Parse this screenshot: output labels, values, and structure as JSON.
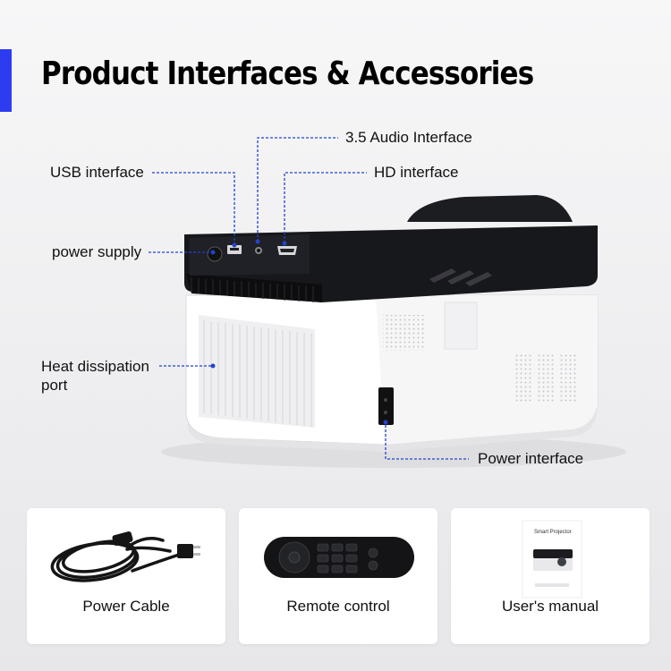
{
  "title": "Product Interfaces & Accessories",
  "callouts": {
    "audio": "3.5 Audio Interface",
    "usb": "USB interface",
    "hd": "HD interface",
    "power_supply": "power supply",
    "heat_line1": "Heat dissipation",
    "heat_line2": "port",
    "power_interface": "Power interface"
  },
  "accessories": [
    {
      "label": "Power Cable"
    },
    {
      "label": "Remote control"
    },
    {
      "label": "User's manual"
    }
  ],
  "manual": {
    "cover_title": "Smart Projector"
  },
  "colors": {
    "accent": "#2d3cf0",
    "callout_line": "#2244cc",
    "device_top": "#16171a",
    "device_body": "#ffffff"
  }
}
